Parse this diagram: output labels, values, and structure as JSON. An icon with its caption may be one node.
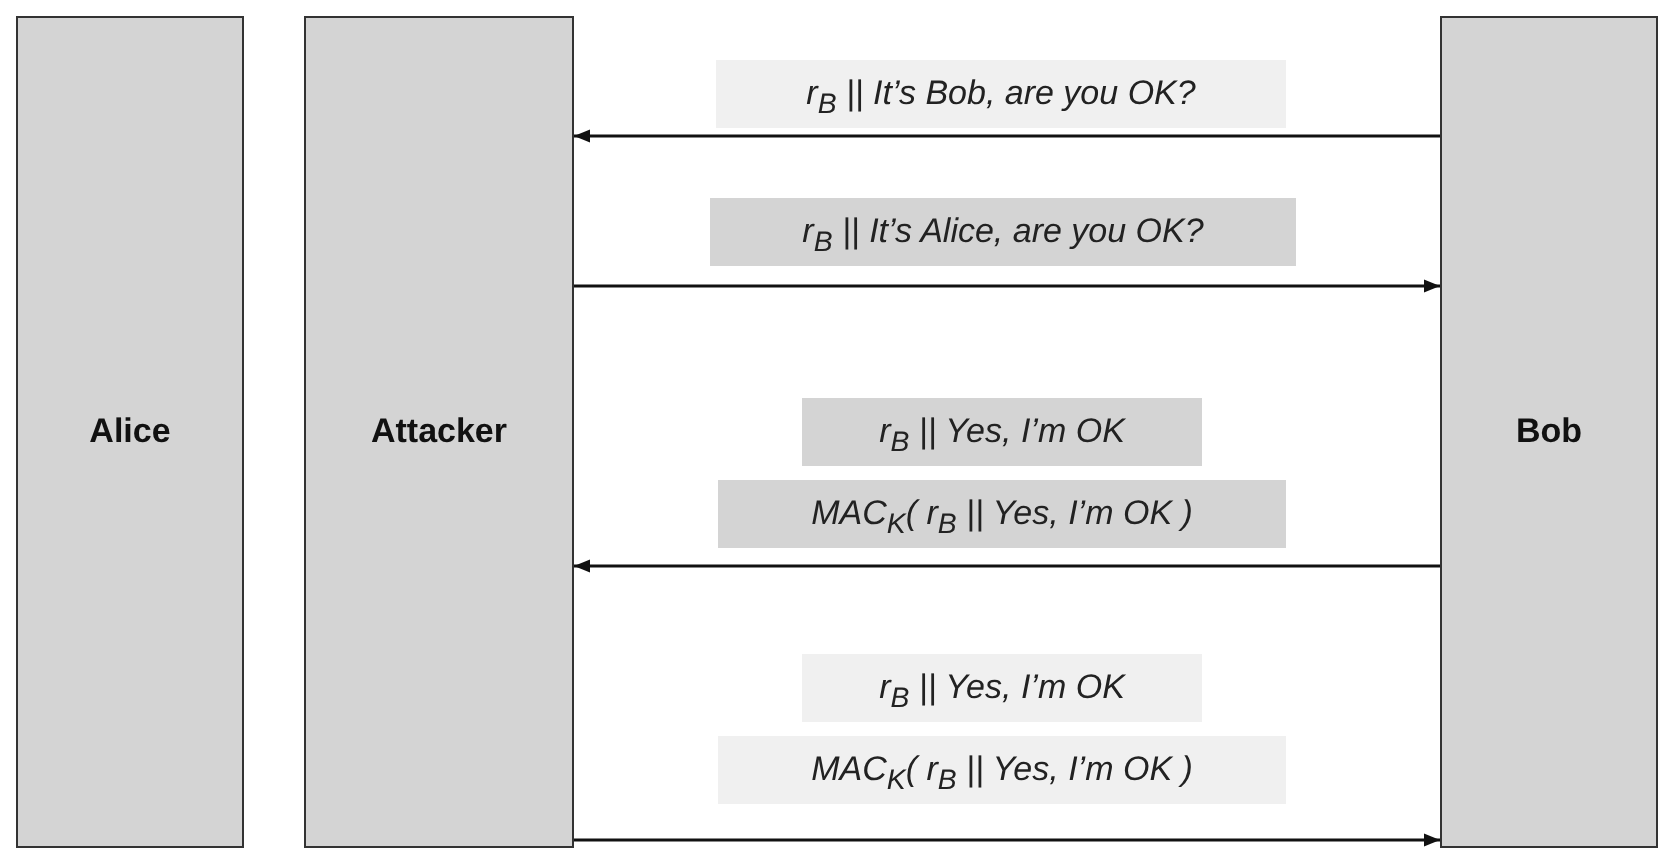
{
  "diagram": {
    "nodes": [
      {
        "text": [
          "Alice"
        ]
      },
      {
        "text": [
          "Attacker"
        ]
      },
      {
        "text": [
          "Bob"
        ]
      }
    ],
    "edges": [
      {
        "from": 2,
        "to": 1,
        "arrow": "to",
        "label": "r$_{B}$ || It’s Bob, are you OK?"
      },
      {
        "from": 1,
        "to": 2,
        "arrow": "to",
        "label": "r$_{B}$ || It’s Alice, are you OK?"
      },
      {
        "from": 2,
        "to": 1,
        "arrow": "to",
        "label": "r$_{B}$ || Yes, I’m OK"
      },
      {
        "from": 1,
        "to": 2,
        "arrow": "to",
        "label": "r$_{B}$ || Yes, I’m OK"
      }
    ],
    "labels": [
      "MAC$_{K}$( r$_{B}$ || Yes, I’m OK )",
      "MAC$_{K}$( r$_{B}$ || Yes, I’m OK )"
    ]
  }
}
